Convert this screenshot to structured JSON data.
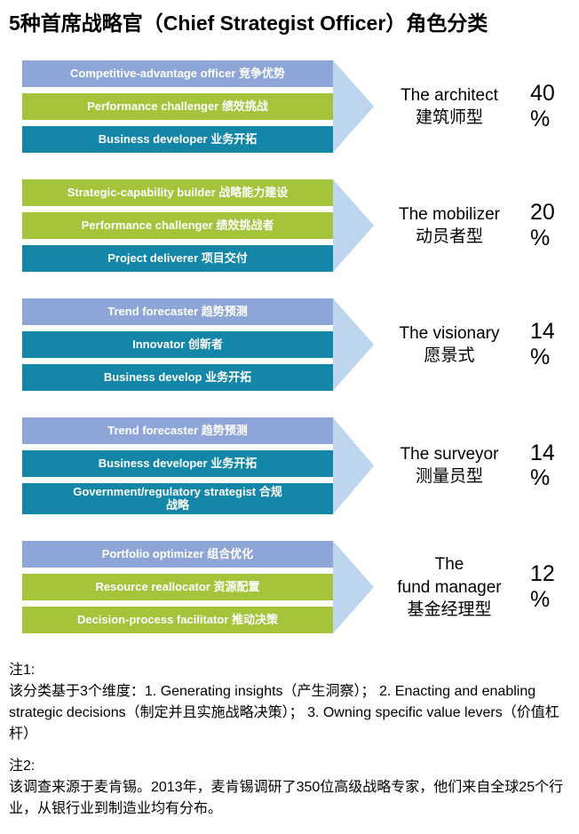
{
  "title": "5种首席战略官（Chief Strategist Officer）角色分类",
  "colors": {
    "periwinkle": "#8EA5D8",
    "green": "#A3C43B",
    "teal": "#1487A8",
    "arrow": "#BDD6EE",
    "text_on_bar": "#FFFFFF"
  },
  "percent_unit": "%",
  "groups": [
    {
      "bars": [
        {
          "label": "Competitive-advantage officer 竞争优势",
          "color": "periwinkle"
        },
        {
          "label": "Performance challenger 绩效挑战",
          "color": "green"
        },
        {
          "label": "Business developer 业务开拓",
          "color": "teal"
        }
      ],
      "role_lines": [
        "The architect",
        "建筑师型"
      ],
      "percent": "40"
    },
    {
      "bars": [
        {
          "label": "Strategic-capability builder 战略能力建设",
          "color": "green"
        },
        {
          "label": "Performance challenger 绩效挑战者",
          "color": "green"
        },
        {
          "label": "Project deliverer 项目交付",
          "color": "teal"
        }
      ],
      "role_lines": [
        "The mobilizer",
        "动员者型"
      ],
      "percent": "20"
    },
    {
      "bars": [
        {
          "label": "Trend forecaster 趋势预测",
          "color": "periwinkle"
        },
        {
          "label": "Innovator 创新者",
          "color": "teal"
        },
        {
          "label": "Business develop 业务开拓",
          "color": "teal"
        }
      ],
      "role_lines": [
        "The visionary",
        "愿景式"
      ],
      "percent": "14"
    },
    {
      "bars": [
        {
          "label": "Government/regulatory strategist 合规\n战略",
          "color": "teal",
          "display_order_note": "third bar",
          "two_line": true
        },
        {
          "label": "Business developer 业务开拓",
          "color": "teal"
        },
        {
          "label": "Trend forecaster 趋势预测",
          "color": "periwinkle"
        }
      ],
      "bars_ordered": [
        {
          "label": "Trend forecaster 趋势预测",
          "color": "periwinkle"
        },
        {
          "label": "Business developer 业务开拓",
          "color": "teal"
        },
        {
          "label": "Government/regulatory strategist 合规\n战略",
          "color": "teal"
        }
      ],
      "role_lines": [
        "The surveyor",
        "测量员型"
      ],
      "percent": "14"
    },
    {
      "bars": [
        {
          "label": "Portfolio optimizer 组合优化",
          "color": "periwinkle"
        },
        {
          "label": "Resource reallocator 资源配置",
          "color": "green"
        },
        {
          "label": "Decision-process facilitator 推动决策",
          "color": "green"
        }
      ],
      "role_lines": [
        "The",
        "fund manager",
        "基金经理型"
      ],
      "percent": "12"
    }
  ],
  "notes": [
    {
      "heading": "注1:",
      "body": "该分类基于3个维度：1. Generating insights（产生洞察）； 2. Enacting and enabling strategic decisions（制定并且实施战略决策）； 3. Owning specific value levers（价值杠杆）"
    },
    {
      "heading": "注2:",
      "body": "该调查来源于麦肯锡。2013年，麦肯锡调研了350位高级战略专家，他们来自全球25个行业，从银行业到制造业均有分布。"
    }
  ],
  "chart_data": {
    "type": "bar",
    "title": "5种首席战略官（Chief Strategist Officer）角色分类",
    "categories": [
      "The architect 建筑师型",
      "The mobilizer 动员者型",
      "The visionary 愿景式",
      "The surveyor 测量员型",
      "The fund manager 基金经理型"
    ],
    "values": [
      40,
      20,
      14,
      14,
      12
    ],
    "ylabel": "%"
  }
}
